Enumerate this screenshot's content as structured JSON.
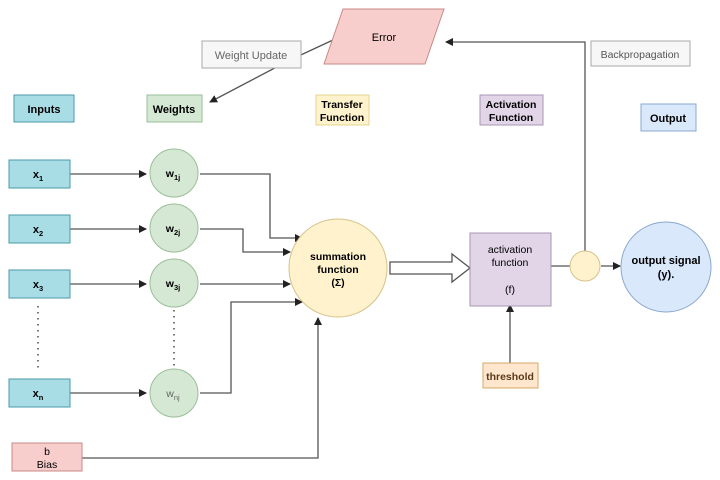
{
  "title": "Artificial neuron / perceptron diagram",
  "colors": {
    "input_fill": "#a8dde6",
    "input_stroke": "#4a9aa8",
    "weight_fill": "#d5e8d4",
    "weight_stroke": "#9bbf98",
    "sum_fill": "#fff2cc",
    "sum_stroke": "#d6c28a",
    "activation_fill": "#e1d5e7",
    "activation_stroke": "#a896b3",
    "output_fill": "#dae8fc",
    "output_stroke": "#8aa7cf",
    "error_fill": "#f8cecc",
    "error_stroke": "#c88a88",
    "bias_fill": "#f8cecc",
    "bias_stroke": "#c88a88",
    "threshold_fill": "#ffe6cc",
    "threshold_stroke": "#d6a86a",
    "note_fill": "#ffffff",
    "note_stroke": "#aaaaaa",
    "line": "#555555"
  },
  "headers": {
    "inputs": "Inputs",
    "weights": "Weights",
    "transfer_1": "Transfer",
    "transfer_2": "Function",
    "activation_1": "Activation",
    "activation_2": "Function",
    "output": "Output"
  },
  "inputs": [
    {
      "base": "x",
      "sub": "1"
    },
    {
      "base": "x",
      "sub": "2"
    },
    {
      "base": "x",
      "sub": "3"
    },
    {
      "base": "x",
      "sub": "n"
    }
  ],
  "weights": [
    {
      "base": "w",
      "sub": "1j"
    },
    {
      "base": "w",
      "sub": "2j"
    },
    {
      "base": "w",
      "sub": "3j"
    },
    {
      "base": "w",
      "sub": "nj"
    }
  ],
  "bias": {
    "line1": "b",
    "line2": "Bias"
  },
  "summation": {
    "line1": "summation",
    "line2": "function",
    "line3": "(Σ)"
  },
  "activation": {
    "line1": "activation",
    "line2": "function",
    "line3": "(f)"
  },
  "threshold": "threshold",
  "output_signal": {
    "line1": "output signal",
    "line2": "(y)."
  },
  "error": "Error",
  "weight_update": "Weight Update",
  "backpropagation": "Backpropagation"
}
